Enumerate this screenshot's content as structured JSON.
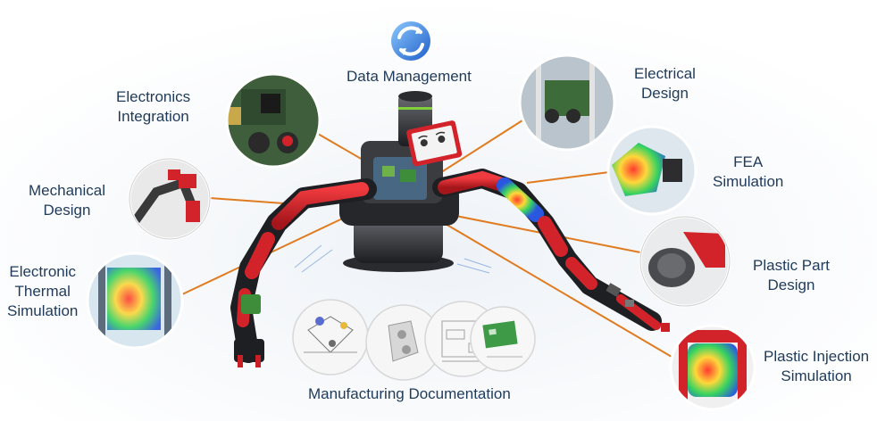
{
  "title": "Data Management",
  "labels": {
    "data_management": "Data Management",
    "electronics_integration": [
      "Electronics",
      "Integration"
    ],
    "mechanical_design": [
      "Mechanical",
      "Design"
    ],
    "electronic_thermal_simulation": [
      "Electronic",
      "Thermal",
      "Simulation"
    ],
    "electrical_design": [
      "Electrical",
      "Design"
    ],
    "fea_simulation": [
      "FEA",
      "Simulation"
    ],
    "plastic_part_design": [
      "Plastic Part",
      "Design"
    ],
    "plastic_injection_simulation": [
      "Plastic Injection",
      "Simulation"
    ],
    "manufacturing_documentation": "Manufacturing Documentation"
  },
  "icons": {
    "data_management": "sync-arrows-icon"
  },
  "colors": {
    "robot_red": "#d2232a",
    "connector_orange": "#e07b20",
    "label_text": "#1f3a5a",
    "icon_blue": "#2f7fd8"
  }
}
